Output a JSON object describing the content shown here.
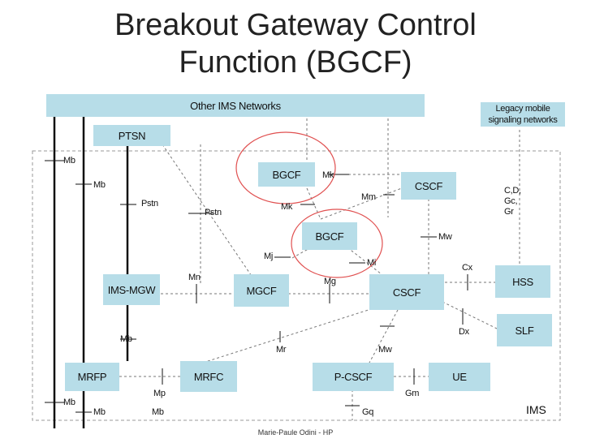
{
  "title_line1": "Breakout Gateway Control",
  "title_line2": "Function (BGCF)",
  "nodes": {
    "other_ims": "Other IMS Networks",
    "legacy": "Legacy mobile signaling networks",
    "ptsn": "PTSN",
    "bgcf_top": "BGCF",
    "bgcf_mid": "BGCF",
    "cscf_top": "CSCF",
    "cscf_mid": "CSCF",
    "ims_mgw": "IMS-MGW",
    "mgcf": "MGCF",
    "hss": "HSS",
    "slf": "SLF",
    "mrfp": "MRFP",
    "mrfc": "MRFC",
    "pcscf": "P-CSCF",
    "ue": "UE"
  },
  "interfaces": {
    "mb1": "Mb",
    "mb2": "Mb",
    "pstn1": "Pstn",
    "pstn2": "Pstn",
    "mk1": "Mk",
    "mk2": "Mk",
    "mm": "Mm",
    "cdgcgr": "C,D,\nGc,\nGr",
    "mw1": "Mw",
    "mj": "Mj",
    "mi": "Mi",
    "cx": "Cx",
    "mn": "Mn",
    "mg": "Mg",
    "dx": "Dx",
    "mb3": "Mb",
    "mr": "Mr",
    "mw2": "Mw",
    "mp": "Mp",
    "gm": "Gm",
    "mb4": "Mb",
    "mb5": "Mb",
    "mb6": "Mb",
    "gq": "Gq"
  },
  "ims_label": "IMS",
  "footer": "Marie-Paule Odini - HP",
  "colors": {
    "box_fill": "#b7dde8",
    "highlight_circle": "#e05050",
    "line": "#222222",
    "dashed": "#777777"
  }
}
